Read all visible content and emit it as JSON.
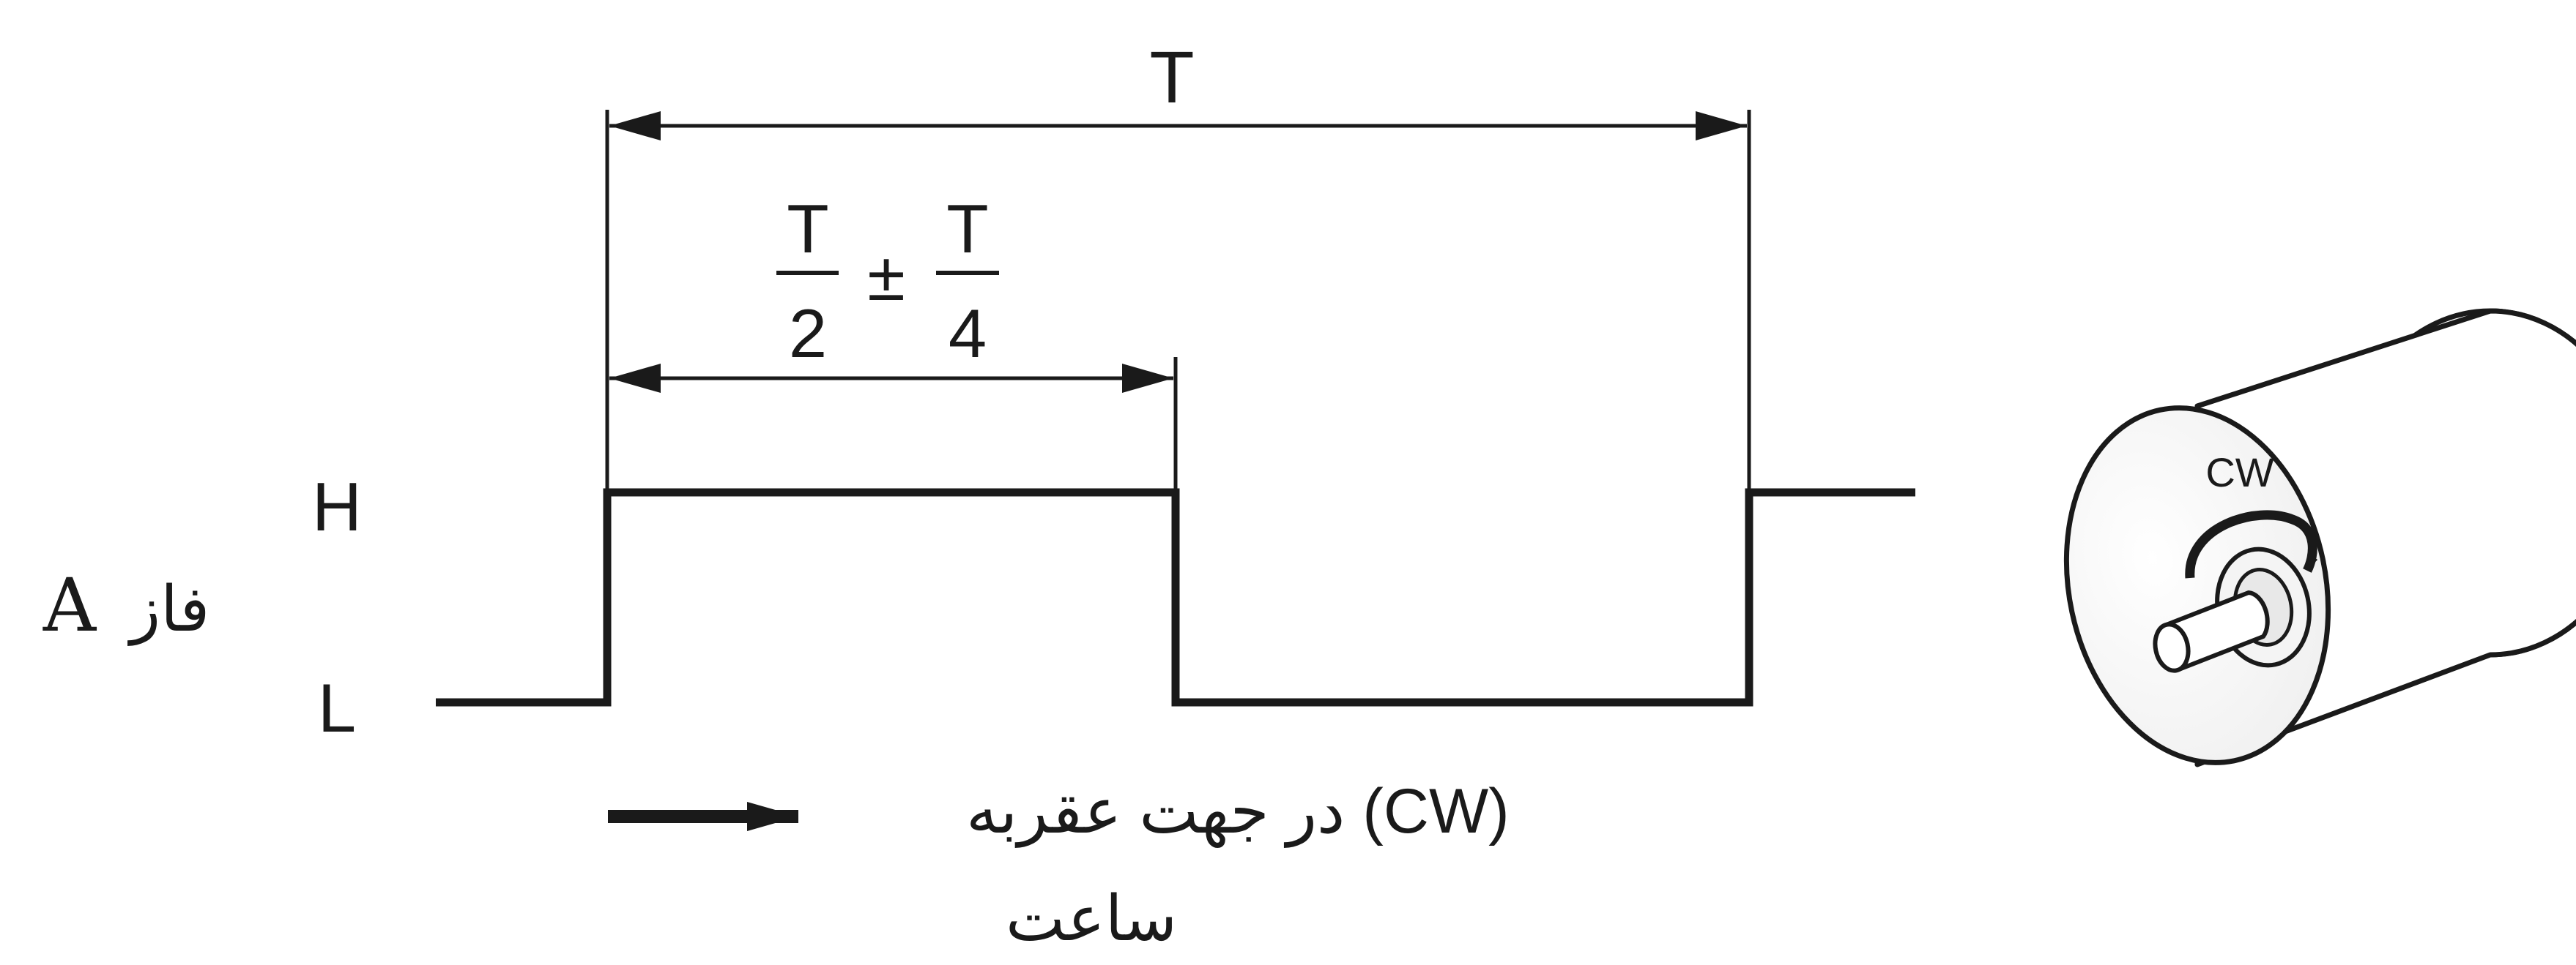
{
  "timing": {
    "period_label": "T",
    "half_numerator": "T",
    "half_denominator": "2",
    "plus_minus": "±",
    "quarter_numerator": "T",
    "quarter_denominator": "4",
    "high_label": "H",
    "low_label": "L",
    "phase_word": "فاز",
    "phase_letter": "A"
  },
  "direction": {
    "text_line1": "(CW) در جهت عقربه",
    "text_line2": "ساعت"
  },
  "motor": {
    "rotation_label": "CW"
  },
  "colors": {
    "ink": "#1a1a1a",
    "background": "#ffffff"
  }
}
